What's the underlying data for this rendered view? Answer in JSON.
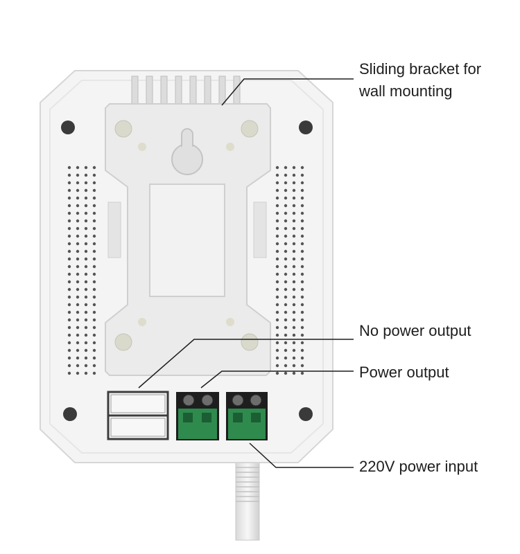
{
  "callouts": {
    "bracket_line1": "Sliding bracket for",
    "bracket_line2": "wall mounting",
    "no_power_output": "No power output",
    "power_output": "Power output",
    "power_input": "220V power input"
  },
  "colors": {
    "housing": "#f4f4f4",
    "bracket": "#ebebeb",
    "terminal_green": "#2f8a4e",
    "screw": "#3a3a3a",
    "leader_line": "#1d1d1d"
  }
}
